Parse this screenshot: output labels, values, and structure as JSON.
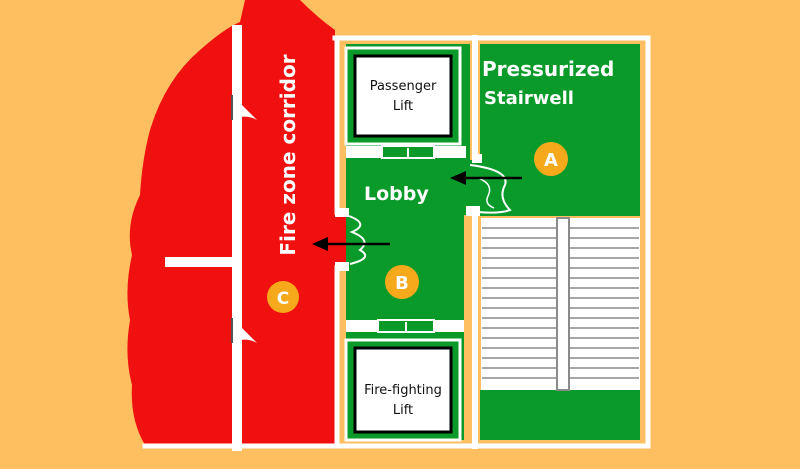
{
  "colors": {
    "background": "#FDBF5F",
    "fire_zone": "#F01010",
    "pressurized_zone": "#0A9A2A",
    "wall": "#FFFFFF",
    "marker": "#F7A91C",
    "arrow": "#000000",
    "lift_box": "#FFFFFF",
    "stair_lines": "#8A8A8A"
  },
  "labels": {
    "fire_zone": "Fire zone corridor",
    "pressurized_line1": "Pressurized",
    "pressurized_line2": "Stairwell",
    "lobby": "Lobby",
    "passenger_lift_line1": "Passenger",
    "passenger_lift_line2": "Lift",
    "firefighting_lift_line1": "Fire-fighting",
    "firefighting_lift_line2": "Lift"
  },
  "markers": [
    {
      "id": "A",
      "label": "A"
    },
    {
      "id": "B",
      "label": "B"
    },
    {
      "id": "C",
      "label": "C"
    }
  ],
  "flows": [
    {
      "from": "Pressurized Stairwell",
      "to": "Lobby",
      "icon": "arrow-left-icon"
    },
    {
      "from": "Lobby",
      "to": "Fire zone corridor",
      "icon": "arrow-left-icon"
    }
  ]
}
